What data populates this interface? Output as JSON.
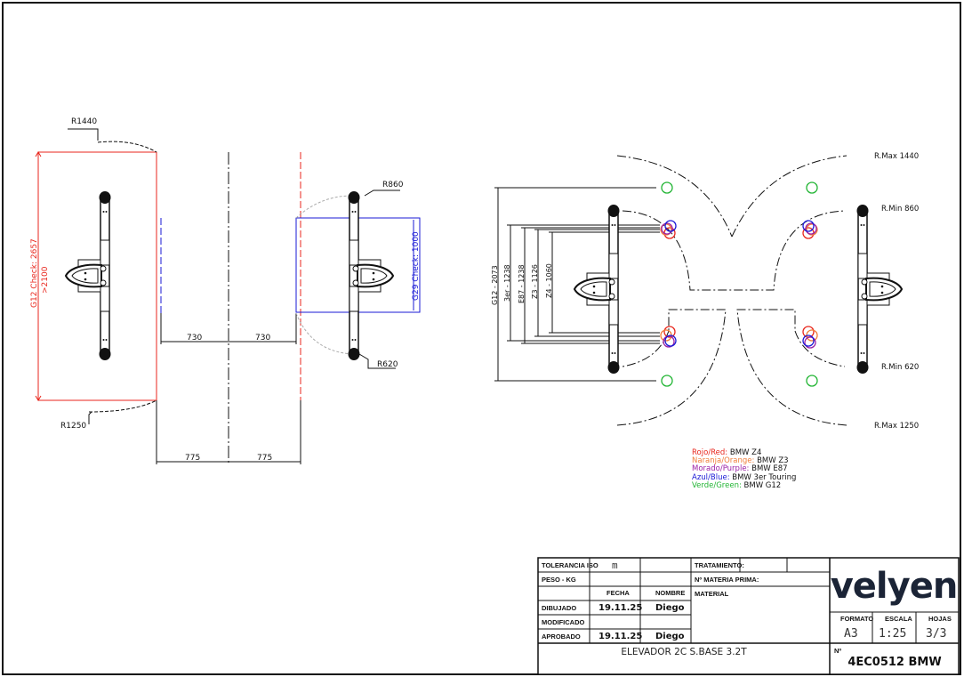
{
  "left_view": {
    "radius_labels": {
      "top": "R1440",
      "bottom": "R1250",
      "right_top": "R860",
      "right_bottom": "R620"
    },
    "dimensions": {
      "inner_left": "730",
      "inner_right": "730",
      "outer_left": "775",
      "outer_right": "775"
    },
    "g12_check": "G12 Check: 2657",
    "g12_min": ">2100",
    "g29_check": "G29 Check: 1000"
  },
  "right_view": {
    "radius_labels": {
      "max_top": "R.Max 1440",
      "min_top": "R.Min 860",
      "min_bottom": "R.Min 620",
      "max_bottom": "R.Max 1250"
    },
    "dimensions": [
      "G12 - 2073",
      "3er - 1238",
      "E87 - 1238",
      "Z3 - 1126",
      "Z4 - 1060"
    ]
  },
  "legend": [
    {
      "label": "Rojo/Red:",
      "value": "BMW Z4",
      "color": "#e8261c"
    },
    {
      "label": "Naranja/Orange:",
      "value": "BMW Z3",
      "color": "#f07d3a"
    },
    {
      "label": "Morado/Purple:",
      "value": "BMW E87",
      "color": "#9b1fa6"
    },
    {
      "label": "Azul/Blue:",
      "value": "BMW 3er Touring",
      "color": "#1a1ad6"
    },
    {
      "label": "Verde/Green:",
      "value": "BMW G12",
      "color": "#22b534"
    }
  ],
  "title_block": {
    "tolerancia_label": "TOLERANCIA ISO",
    "tolerancia_value": "m",
    "tratamiento_label": "TRATAMIENTO:",
    "peso_label": "PESO - KG",
    "materia_label": "Nº MATERIA PRIMA:",
    "fecha_label": "FECHA",
    "nombre_label": "NOMBRE",
    "material_label": "MATERIAL",
    "dibujado_label": "DIBUJADO",
    "dibujado_fecha": "19.11.25",
    "dibujado_nombre": "Diego",
    "modificado_label": "MODIFICADO",
    "aprobado_label": "APROBADO",
    "aprobado_fecha": "19.11.25",
    "aprobado_nombre": "Diego",
    "logo": "velyen",
    "formato_label": "FORMATO",
    "formato_value": "A3",
    "escala_label": "ESCALA",
    "escala_value": "1:25",
    "hojas_label": "HOJAS",
    "hojas_value": "3/3",
    "title": "ELEVADOR 2C S.BASE 3.2T",
    "numero_label": "Nº",
    "numero_value": "4EC0512 BMW"
  },
  "colors": {
    "red": "#e8261c",
    "blue": "#1a1ad6",
    "green": "#22b534",
    "logo": "#1b2436"
  }
}
